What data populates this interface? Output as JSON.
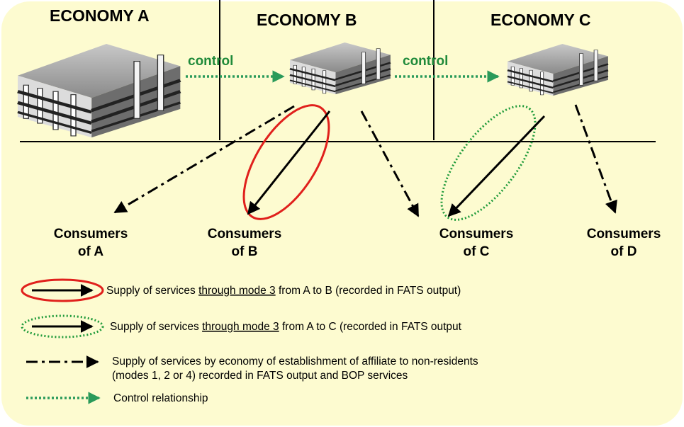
{
  "economies": [
    {
      "id": "a",
      "label": "ECONOMY A"
    },
    {
      "id": "b",
      "label": "ECONOMY B"
    },
    {
      "id": "c",
      "label": "ECONOMY C"
    }
  ],
  "control_label": "control",
  "consumers": [
    {
      "id": "a",
      "line1": "Consumers",
      "line2": "of A"
    },
    {
      "id": "b",
      "line1": "Consumers",
      "line2": "of B"
    },
    {
      "id": "c",
      "line1": "Consumers",
      "line2": "of C"
    },
    {
      "id": "d",
      "line1": "Consumers",
      "line2": "of D"
    }
  ],
  "legend": {
    "mode3_ab": {
      "before": "Supply of services ",
      "underlined": "through mode 3",
      "after": " from A to B (recorded in FATS output)"
    },
    "mode3_ac": {
      "before": "Supply of services ",
      "underlined": "through mode 3",
      "after": " from A to C (recorded in FATS output"
    },
    "nonres_line1": "Supply of services by economy of establishment of affiliate to non-residents",
    "nonres_line2": "(modes 1, 2 or 4) recorded in FATS output and BOP services",
    "control_rel": "Control relationship"
  },
  "colors": {
    "background": "#fdfbd0",
    "mode3_ab_ellipse": "#e0201c",
    "mode3_ac_ellipse": "#1f9a3a",
    "control_arrow": "#1f9a3a",
    "arrow": "#000000"
  },
  "icons": {
    "building": "office-building-icon"
  }
}
